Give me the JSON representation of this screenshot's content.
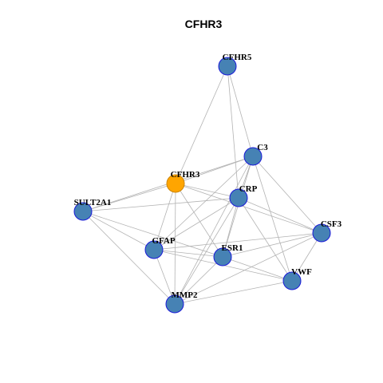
{
  "title": "CFHR3",
  "colors": {
    "edge": "#b3b3b3",
    "node_fill": "#4682b4",
    "node_stroke": "#1a1ad9",
    "focus_fill": "#ffa500",
    "focus_stroke": "#cc8400"
  },
  "network": {
    "focus": "CFHR3",
    "nodes": [
      {
        "id": "CFHR5"
      },
      {
        "id": "C3"
      },
      {
        "id": "CFHR3"
      },
      {
        "id": "CRP"
      },
      {
        "id": "SULT2A1"
      },
      {
        "id": "CSF3"
      },
      {
        "id": "GFAP"
      },
      {
        "id": "ESR1"
      },
      {
        "id": "VWF"
      },
      {
        "id": "MMP2"
      }
    ],
    "edges": [
      [
        "CFHR5",
        "CFHR3"
      ],
      [
        "CFHR5",
        "C3"
      ],
      [
        "CFHR5",
        "CRP"
      ],
      [
        "C3",
        "CFHR3"
      ],
      [
        "C3",
        "SULT2A1"
      ],
      [
        "C3",
        "CRP"
      ],
      [
        "C3",
        "CSF3"
      ],
      [
        "C3",
        "GFAP"
      ],
      [
        "C3",
        "ESR1"
      ],
      [
        "C3",
        "VWF"
      ],
      [
        "C3",
        "MMP2"
      ],
      [
        "CFHR3",
        "SULT2A1"
      ],
      [
        "CFHR3",
        "CRP"
      ],
      [
        "CFHR3",
        "CSF3"
      ],
      [
        "CFHR3",
        "GFAP"
      ],
      [
        "CFHR3",
        "ESR1"
      ],
      [
        "CFHR3",
        "MMP2"
      ],
      [
        "CRP",
        "SULT2A1"
      ],
      [
        "CRP",
        "CSF3"
      ],
      [
        "CRP",
        "GFAP"
      ],
      [
        "CRP",
        "ESR1"
      ],
      [
        "CRP",
        "VWF"
      ],
      [
        "CRP",
        "MMP2"
      ],
      [
        "SULT2A1",
        "GFAP"
      ],
      [
        "SULT2A1",
        "ESR1"
      ],
      [
        "SULT2A1",
        "MMP2"
      ],
      [
        "CSF3",
        "GFAP"
      ],
      [
        "CSF3",
        "ESR1"
      ],
      [
        "CSF3",
        "VWF"
      ],
      [
        "CSF3",
        "MMP2"
      ],
      [
        "GFAP",
        "ESR1"
      ],
      [
        "GFAP",
        "VWF"
      ],
      [
        "GFAP",
        "MMP2"
      ],
      [
        "ESR1",
        "VWF"
      ],
      [
        "ESR1",
        "MMP2"
      ],
      [
        "VWF",
        "MMP2"
      ]
    ]
  }
}
